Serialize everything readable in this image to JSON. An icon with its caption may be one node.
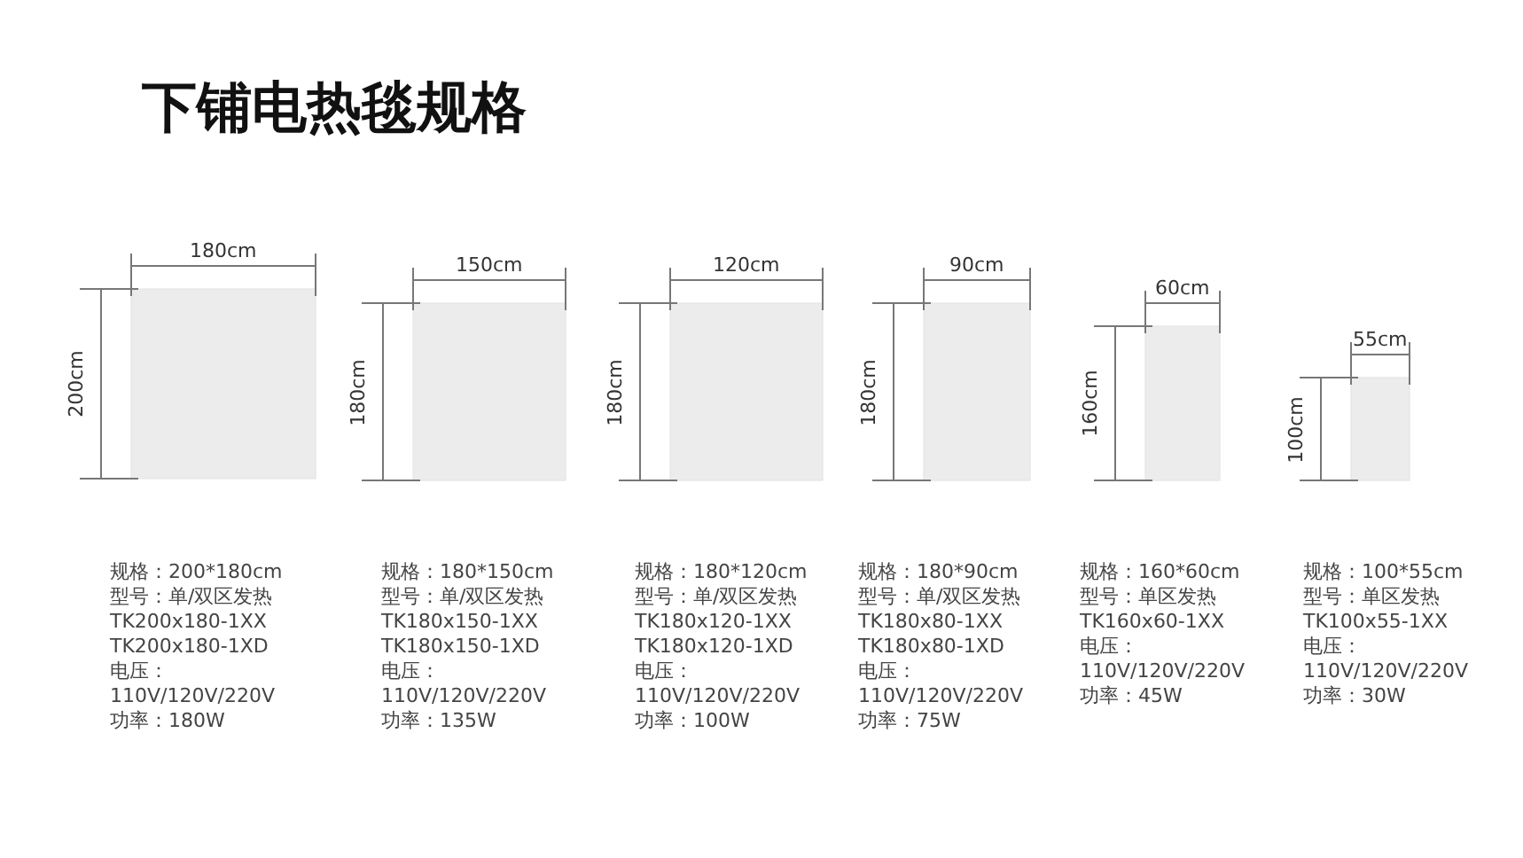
{
  "diagram": {
    "title": "下铺电热毯规格",
    "labels": [
      "180cm",
      "200cm",
      "规格：200*180cm",
      "型号：单/双区发热",
      "TK200x180-1XX",
      "TK200x180-1XD",
      "电压：",
      "110V/120V/220V",
      "功率：180W",
      "150cm",
      "180cm",
      "规格：180*150cm",
      "型号：单/双区发热",
      "TK180x150-1XX",
      "TK180x150-1XD",
      "电压：",
      "110V/120V/220V",
      "功率：135W",
      "120cm",
      "180cm",
      "规格：180*120cm",
      "型号：单/双区发热",
      "TK180x120-1XX",
      "TK180x120-1XD",
      "电压：",
      "110V/120V/220V",
      "功率：100W",
      "90cm",
      "180cm",
      "规格：180*90cm",
      "型号：单/双区发热",
      "TK180x80-1XX",
      "TK180x80-1XD",
      "电压：",
      "110V/120V/220V",
      "功率：75W",
      "60cm",
      "160cm",
      "规格：160*60cm",
      "型号：单区发热",
      "TK160x60-1XX",
      "电压：",
      "110V/120V/220V",
      "功率：45W",
      "55cm",
      "100cm",
      "规格：100*55cm",
      "型号：单区发热",
      "TK100x55-1XX",
      "电压：",
      "110V/120V/220V",
      "功率：30W"
    ]
  }
}
